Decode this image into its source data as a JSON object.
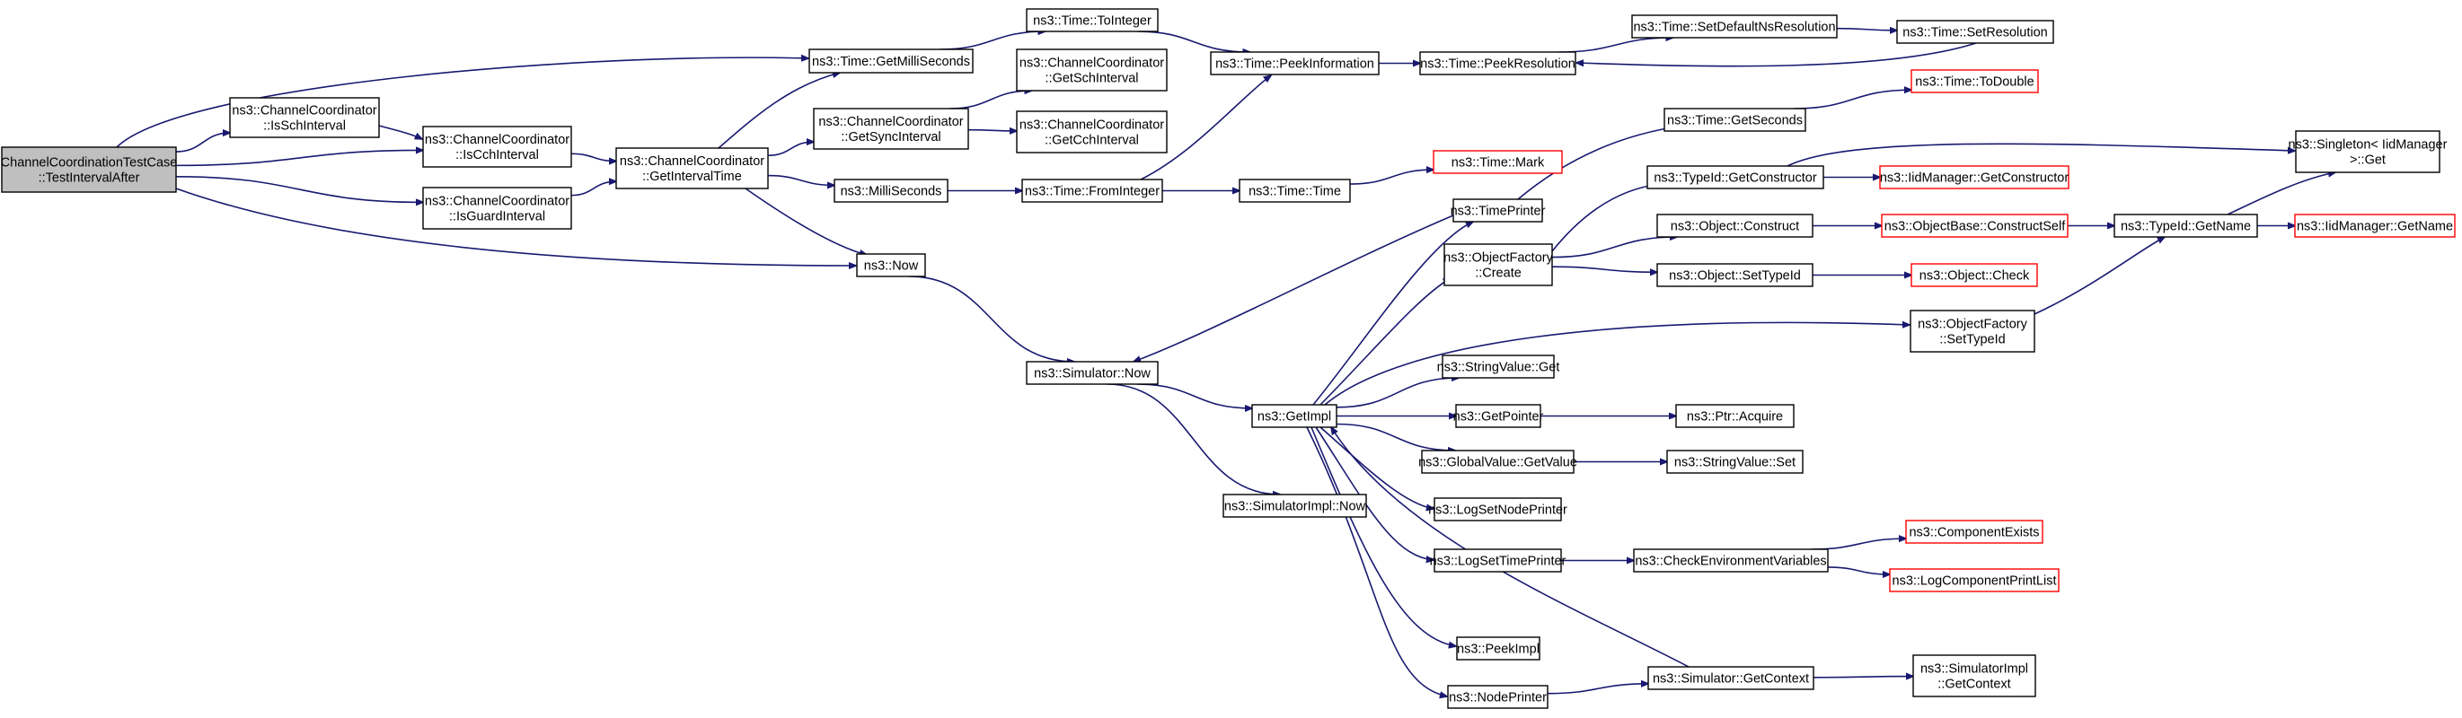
{
  "diagram": {
    "nodes": [
      {
        "id": "root",
        "label": [
          "ChannelCoordinationTestCase",
          "::TestIntervalAfter"
        ],
        "root": true
      },
      {
        "id": "isSch",
        "label": [
          "ns3::ChannelCoordinator",
          "::IsSchInterval"
        ]
      },
      {
        "id": "isCch",
        "label": [
          "ns3::ChannelCoordinator",
          "::IsCchInterval"
        ]
      },
      {
        "id": "isGuard",
        "label": [
          "ns3::ChannelCoordinator",
          "::IsGuardInterval"
        ]
      },
      {
        "id": "getInterval",
        "label": [
          "ns3::ChannelCoordinator",
          "::GetIntervalTime"
        ]
      },
      {
        "id": "getMilli",
        "label": [
          "ns3::Time::GetMilliSeconds"
        ]
      },
      {
        "id": "getSync",
        "label": [
          "ns3::ChannelCoordinator",
          "::GetSyncInterval"
        ]
      },
      {
        "id": "milliSec",
        "label": [
          "ns3::MilliSeconds"
        ]
      },
      {
        "id": "now",
        "label": [
          "ns3::Now"
        ]
      },
      {
        "id": "toInteger",
        "label": [
          "ns3::Time::ToInteger"
        ]
      },
      {
        "id": "getSchInt",
        "label": [
          "ns3::ChannelCoordinator",
          "::GetSchInterval"
        ]
      },
      {
        "id": "getCchInt",
        "label": [
          "ns3::ChannelCoordinator",
          "::GetCchInterval"
        ]
      },
      {
        "id": "fromInteger",
        "label": [
          "ns3::Time::FromInteger"
        ]
      },
      {
        "id": "simNow",
        "label": [
          "ns3::Simulator::Now"
        ]
      },
      {
        "id": "peekInfo",
        "label": [
          "ns3::Time::PeekInformation"
        ]
      },
      {
        "id": "timeTime",
        "label": [
          "ns3::Time::Time"
        ]
      },
      {
        "id": "getImpl",
        "label": [
          "ns3::GetImpl"
        ]
      },
      {
        "id": "simImplNow",
        "label": [
          "ns3::SimulatorImpl::Now"
        ]
      },
      {
        "id": "peekRes",
        "label": [
          "ns3::Time::PeekResolution"
        ]
      },
      {
        "id": "timeMark",
        "label": [
          "ns3::Time::Mark"
        ],
        "red": true
      },
      {
        "id": "timePrinter",
        "label": [
          "ns3::TimePrinter"
        ]
      },
      {
        "id": "objFactCreate",
        "label": [
          "ns3::ObjectFactory",
          "::Create"
        ]
      },
      {
        "id": "strValGet",
        "label": [
          "ns3::StringValue::Get"
        ]
      },
      {
        "id": "getPointer",
        "label": [
          "ns3::GetPointer"
        ]
      },
      {
        "id": "globalValGet",
        "label": [
          "ns3::GlobalValue::GetValue"
        ]
      },
      {
        "id": "logSetNode",
        "label": [
          "ns3::LogSetNodePrinter"
        ]
      },
      {
        "id": "logSetTime",
        "label": [
          "ns3::LogSetTimePrinter"
        ]
      },
      {
        "id": "peekImpl",
        "label": [
          "ns3::PeekImpl"
        ]
      },
      {
        "id": "nodePrinter",
        "label": [
          "ns3::NodePrinter"
        ]
      },
      {
        "id": "setDefaultNs",
        "label": [
          "ns3::Time::SetDefaultNsResolution"
        ]
      },
      {
        "id": "getSeconds",
        "label": [
          "ns3::Time::GetSeconds"
        ]
      },
      {
        "id": "typeIdGetCtor",
        "label": [
          "ns3::TypeId::GetConstructor"
        ]
      },
      {
        "id": "objConstruct",
        "label": [
          "ns3::Object::Construct"
        ]
      },
      {
        "id": "objSetTypeId",
        "label": [
          "ns3::Object::SetTypeId"
        ]
      },
      {
        "id": "objFactSetTypeId",
        "label": [
          "ns3::ObjectFactory",
          "::SetTypeId"
        ]
      },
      {
        "id": "ptrAcquire",
        "label": [
          "ns3::Ptr::Acquire"
        ]
      },
      {
        "id": "strValSet",
        "label": [
          "ns3::StringValue::Set"
        ]
      },
      {
        "id": "checkEnv",
        "label": [
          "ns3::CheckEnvironmentVariables"
        ]
      },
      {
        "id": "simGetCtx",
        "label": [
          "ns3::Simulator::GetContext"
        ]
      },
      {
        "id": "setResolution",
        "label": [
          "ns3::Time::SetResolution"
        ]
      },
      {
        "id": "toDouble",
        "label": [
          "ns3::Time::ToDouble"
        ],
        "red": true
      },
      {
        "id": "iidMgrGetCtor",
        "label": [
          "ns3::IidManager::GetConstructor"
        ],
        "red": true
      },
      {
        "id": "objBaseConstruct",
        "label": [
          "ns3::ObjectBase::ConstructSelf"
        ],
        "red": true
      },
      {
        "id": "objCheck",
        "label": [
          "ns3::Object::Check"
        ],
        "red": true
      },
      {
        "id": "compExists",
        "label": [
          "ns3::ComponentExists"
        ],
        "red": true
      },
      {
        "id": "logCompPrint",
        "label": [
          "ns3::LogComponentPrintList"
        ],
        "red": true
      },
      {
        "id": "simImplGetCtx",
        "label": [
          "ns3::SimulatorImpl",
          "::GetContext"
        ]
      },
      {
        "id": "typeIdGetName",
        "label": [
          "ns3::TypeId::GetName"
        ]
      },
      {
        "id": "singletonGet",
        "label": [
          "ns3::Singleton< IidManager",
          " >::Get"
        ]
      },
      {
        "id": "iidMgrGetName",
        "label": [
          "ns3::IidManager::GetName"
        ],
        "red": true
      }
    ],
    "edges": [
      [
        "root",
        "getMilli"
      ],
      [
        "root",
        "isSch"
      ],
      [
        "root",
        "isCch"
      ],
      [
        "root",
        "isGuard"
      ],
      [
        "root",
        "now"
      ],
      [
        "isSch",
        "isCch"
      ],
      [
        "isCch",
        "getInterval"
      ],
      [
        "isGuard",
        "getInterval"
      ],
      [
        "getInterval",
        "getMilli"
      ],
      [
        "getInterval",
        "getSync"
      ],
      [
        "getInterval",
        "milliSec"
      ],
      [
        "getInterval",
        "now"
      ],
      [
        "getMilli",
        "toInteger"
      ],
      [
        "toInteger",
        "peekInfo"
      ],
      [
        "peekInfo",
        "peekRes"
      ],
      [
        "peekRes",
        "setDefaultNs"
      ],
      [
        "setDefaultNs",
        "setResolution"
      ],
      [
        "setResolution",
        "peekRes"
      ],
      [
        "getSync",
        "getSchInt"
      ],
      [
        "getSync",
        "getCchInt"
      ],
      [
        "milliSec",
        "fromInteger"
      ],
      [
        "fromInteger",
        "peekInfo"
      ],
      [
        "fromInteger",
        "timeTime"
      ],
      [
        "timeTime",
        "timeMark"
      ],
      [
        "now",
        "simNow"
      ],
      [
        "simNow",
        "getImpl"
      ],
      [
        "simNow",
        "simImplNow"
      ],
      [
        "timePrinter",
        "simNow"
      ],
      [
        "timePrinter",
        "getSeconds"
      ],
      [
        "getSeconds",
        "toDouble"
      ],
      [
        "getImpl",
        "timePrinter"
      ],
      [
        "getImpl",
        "objFactCreate"
      ],
      [
        "getImpl",
        "objFactSetTypeId"
      ],
      [
        "getImpl",
        "strValGet"
      ],
      [
        "getImpl",
        "getPointer"
      ],
      [
        "getImpl",
        "globalValGet"
      ],
      [
        "getImpl",
        "logSetNode"
      ],
      [
        "getImpl",
        "logSetTime"
      ],
      [
        "getImpl",
        "peekImpl"
      ],
      [
        "getImpl",
        "nodePrinter"
      ],
      [
        "getPointer",
        "ptrAcquire"
      ],
      [
        "globalValGet",
        "strValSet"
      ],
      [
        "logSetTime",
        "checkEnv"
      ],
      [
        "checkEnv",
        "compExists"
      ],
      [
        "checkEnv",
        "logCompPrint"
      ],
      [
        "nodePrinter",
        "simGetCtx"
      ],
      [
        "simGetCtx",
        "getImpl"
      ],
      [
        "simGetCtx",
        "simImplGetCtx"
      ],
      [
        "objFactCreate",
        "typeIdGetCtor"
      ],
      [
        "objFactCreate",
        "objConstruct"
      ],
      [
        "objFactCreate",
        "objSetTypeId"
      ],
      [
        "typeIdGetCtor",
        "iidMgrGetCtor"
      ],
      [
        "typeIdGetCtor",
        "singletonGet"
      ],
      [
        "objConstruct",
        "objBaseConstruct"
      ],
      [
        "objBaseConstruct",
        "typeIdGetName"
      ],
      [
        "objSetTypeId",
        "objCheck"
      ],
      [
        "objFactSetTypeId",
        "typeIdGetName"
      ],
      [
        "typeIdGetName",
        "singletonGet"
      ],
      [
        "typeIdGetName",
        "iidMgrGetName"
      ]
    ]
  }
}
